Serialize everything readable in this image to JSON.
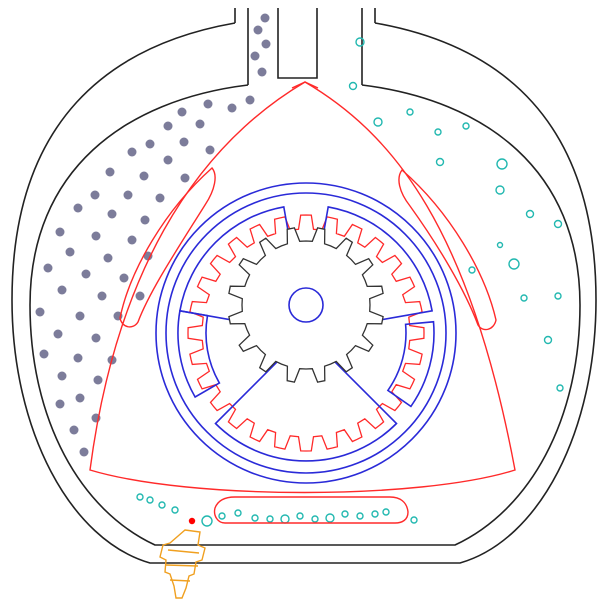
{
  "diagram": {
    "subject": "rotary engine",
    "labels": [],
    "colors": {
      "background": "#ffffff",
      "housing": "#222222",
      "rotor": "#ff2a2a",
      "internal_gear": "#ff2a2a",
      "rotor_frame": "#2a2ad8",
      "pinion": "#333333",
      "intake_mixture": "#7c7c9a",
      "exhaust_gas": "#22b8b0",
      "spark_plug": "#f0a020",
      "spark": "#ff0000"
    },
    "parts": {
      "housing": "epitrochoid-housing",
      "ports": [
        "intake-port",
        "exhaust-port"
      ],
      "rotor": "triangular-rotor",
      "rotor_frame": "rotor-frame",
      "internal_gear": "rotor-internal-gear",
      "pinion": "stationary-pinion",
      "spark_plug": "spark-plug"
    }
  }
}
